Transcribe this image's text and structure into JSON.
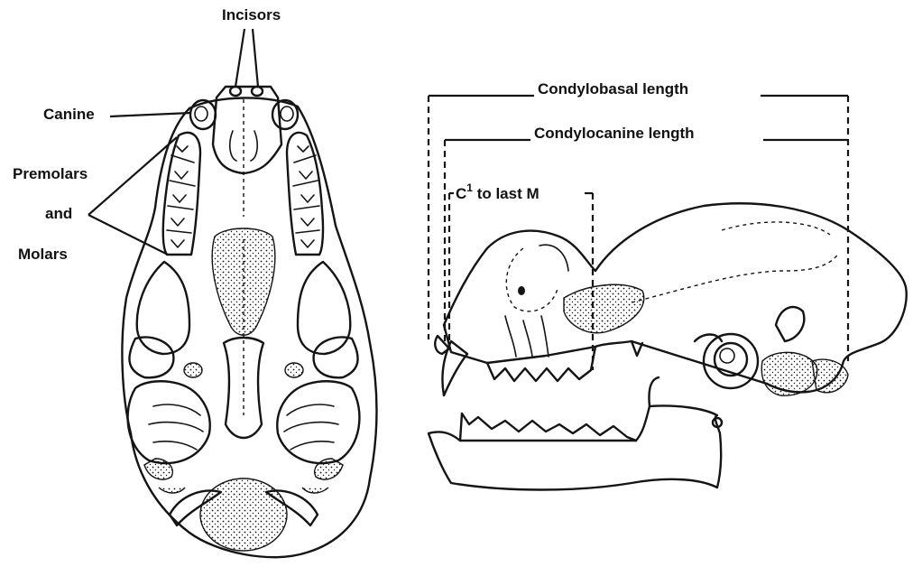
{
  "left_figure": {
    "labels": {
      "incisors": "Incisors",
      "canine": "Canine",
      "premolars": "Premolars",
      "and": "and",
      "molars": "Molars"
    }
  },
  "right_figure": {
    "labels": {
      "condylobasal": "Condylobasal length",
      "condylocanine": "Condylocanine length",
      "c1_prefix": "C",
      "c1_sup": "1",
      "c1_suffix": " to last M"
    }
  },
  "colors": {
    "ink": "#141414",
    "paper": "#ffffff"
  }
}
